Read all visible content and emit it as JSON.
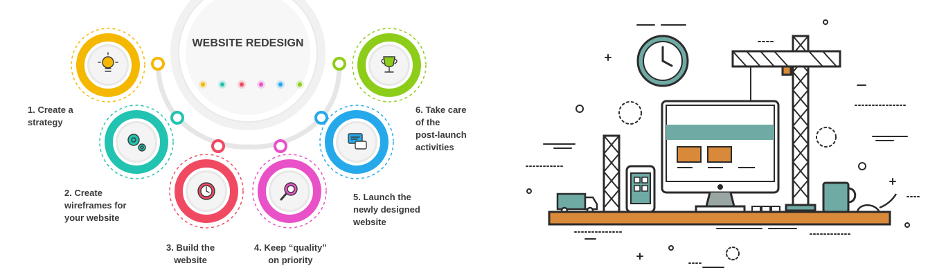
{
  "diagram": {
    "title": "WEBSITE REDESIGN",
    "steps": [
      {
        "label": "1. Create a\nstrategy",
        "color": "#f5b800",
        "icon": "lightbulb-icon"
      },
      {
        "label": "2. Create\nwireframes for\nyour website",
        "color": "#22c3b0",
        "icon": "gears-icon"
      },
      {
        "label": "3. Build the\nwebsite",
        "color": "#f04a62",
        "icon": "clock-icon"
      },
      {
        "label": "4. Keep “quality”\non priority",
        "color": "#e851c8",
        "icon": "magnifier-icon"
      },
      {
        "label": "5. Launch the\nnewly designed\nwebsite",
        "color": "#25a9ea",
        "icon": "chat-bubbles-icon"
      },
      {
        "label": "6. Take care\nof the\npost-launch\nactivities",
        "color": "#8dcd1a",
        "icon": "trophy-icon"
      }
    ],
    "dot_colors": [
      "#f5b800",
      "#22c3b0",
      "#f04a62",
      "#e851c8",
      "#25a9ea",
      "#8dcd1a"
    ]
  },
  "illustration": {
    "icon": "website-construction-illustration",
    "accent": "#6faaa4",
    "orange": "#d9893a",
    "outline": "#2b2b2b"
  }
}
